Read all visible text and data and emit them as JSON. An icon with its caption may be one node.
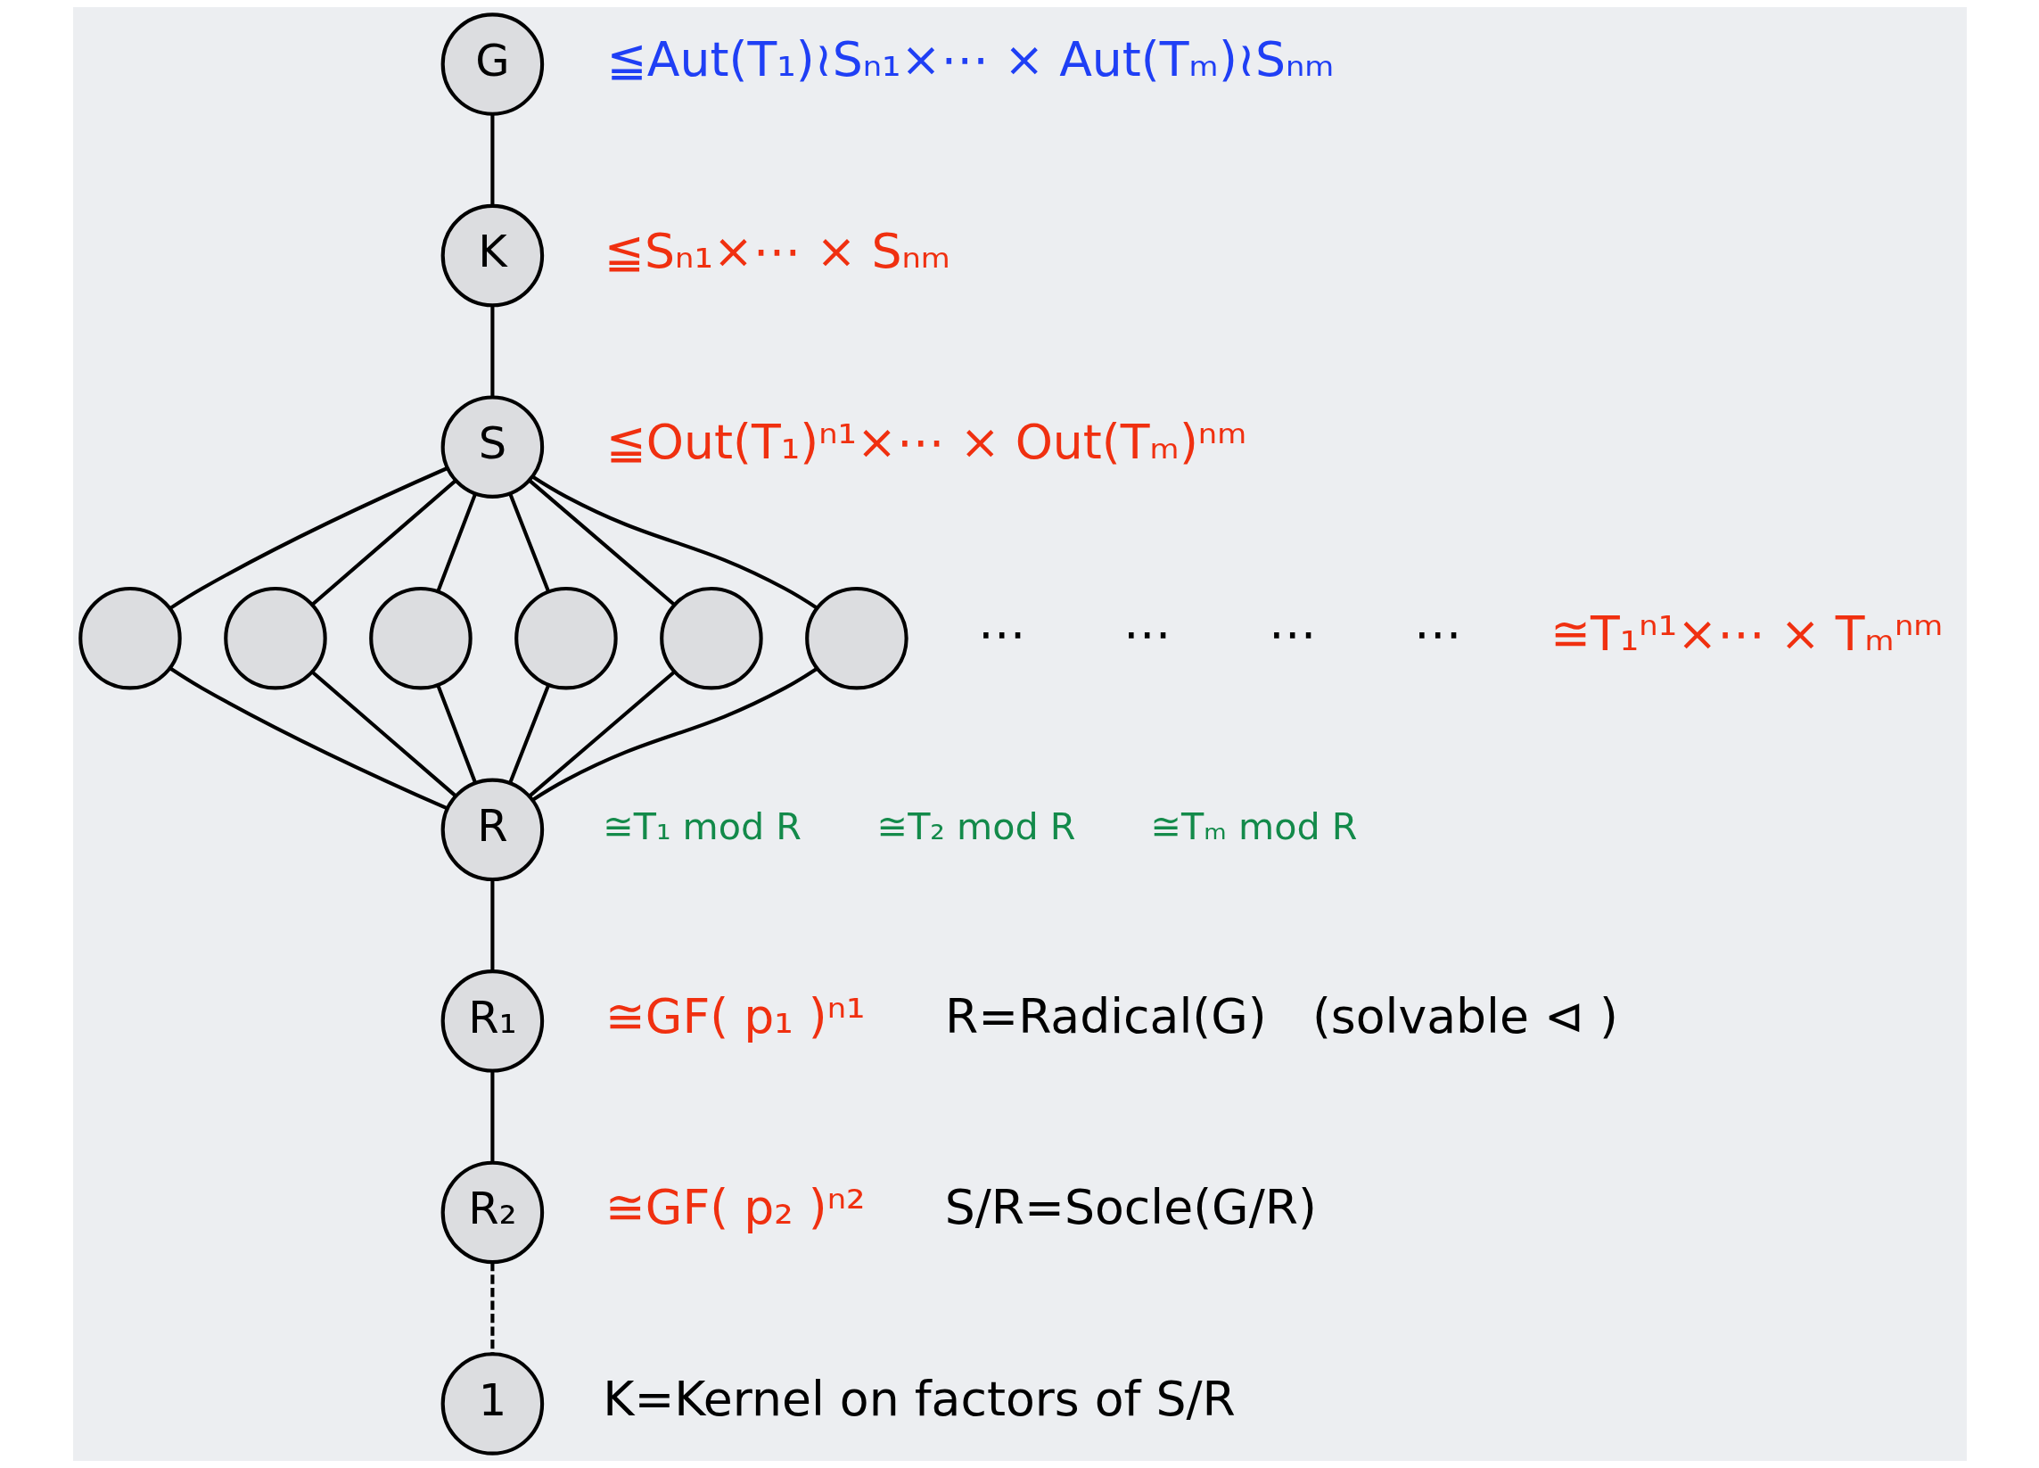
{
  "diagram": {
    "nodes": [
      {
        "text": [
          "G"
        ]
      },
      {
        "text": [
          "K"
        ]
      },
      {
        "text": [
          "S"
        ]
      },
      {
        "text": [],
        "shape": "circle"
      },
      {
        "text": [],
        "shape": "circle"
      },
      {
        "text": [],
        "shape": "circle"
      },
      {
        "text": [],
        "shape": "circle"
      },
      {
        "text": [],
        "shape": "circle"
      },
      {
        "text": [],
        "shape": "circle"
      },
      {
        "text": [
          "R"
        ]
      },
      {
        "text": [
          "R₁"
        ]
      },
      {
        "text": [
          "R₂"
        ]
      },
      {
        "text": [
          "1"
        ]
      }
    ],
    "edges": [
      {
        "from": 0,
        "to": 1,
        "arrow": "none"
      },
      {
        "from": 1,
        "to": 2,
        "arrow": "none"
      },
      {
        "from": 2,
        "to": 3,
        "arrow": "none"
      },
      {
        "from": 2,
        "to": 4,
        "arrow": "none"
      },
      {
        "from": 2,
        "to": 5,
        "arrow": "none"
      },
      {
        "from": 2,
        "to": 6,
        "arrow": "none"
      },
      {
        "from": 2,
        "to": 7,
        "arrow": "none"
      },
      {
        "from": 2,
        "to": 8,
        "arrow": "none"
      },
      {
        "from": 3,
        "to": 9,
        "arrow": "none"
      },
      {
        "from": 4,
        "to": 9,
        "arrow": "none"
      },
      {
        "from": 5,
        "to": 9,
        "arrow": "none"
      },
      {
        "from": 6,
        "to": 9,
        "arrow": "none"
      },
      {
        "from": 7,
        "to": 9,
        "arrow": "none"
      },
      {
        "from": 8,
        "to": 9,
        "arrow": "none"
      },
      {
        "from": 9,
        "to": 10,
        "arrow": "none"
      },
      {
        "from": 10,
        "to": 11,
        "arrow": "none"
      },
      {
        "from": 11,
        "to": 12,
        "arrow": "none",
        "style": "dashed"
      }
    ],
    "labels": [
      "≦Aut(T₁)≀Sₙ₁×⋯ × Aut(Tₘ)≀Sₙₘ",
      "≦Sₙ₁×⋯ × Sₙₘ",
      "≦Out(T₁)ⁿ¹×⋯ × Out(Tₘ)ⁿᵐ",
      "⋯",
      "⋯",
      "⋯",
      "⋯",
      "≅T₁ⁿ¹×⋯ × Tₘⁿᵐ",
      "≅T₁ mod R",
      "≅T₂ mod R",
      "≅Tₘ mod R",
      "≅GF( p₁ )ⁿ¹",
      "R=Radical(G)   (solvable ⊲ )",
      "≅GF( p₂ )ⁿ²",
      "S/R=Socle(G/R)",
      "K=Kernel on factors of S/R"
    ]
  }
}
